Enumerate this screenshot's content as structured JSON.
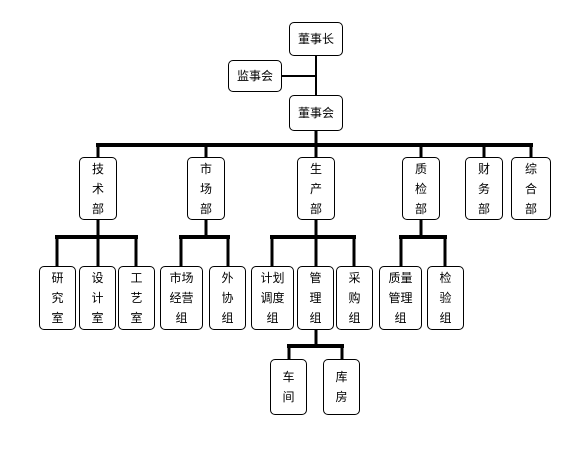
{
  "org_chart": {
    "line_color": "#000000",
    "nodes": {
      "chairman": "董事长",
      "supervisory_board": "监事会",
      "board": "董事会",
      "tech_dept": "技\n术\n部",
      "market_dept": "市\n场\n部",
      "production_dept": "生\n产\n部",
      "qc_dept": "质\n检\n部",
      "finance_dept": "财\n务\n部",
      "general_dept": "综\n合\n部",
      "research_office": "研\n究\n室",
      "design_office": "设\n计\n室",
      "process_office": "工\n艺\n室",
      "market_ops_group": "市场\n经营\n组",
      "outsourcing_group": "外\n协\n组",
      "planning_group": "计划\n调度\n组",
      "management_group": "管\n理\n组",
      "purchasing_group": "采\n购\n组",
      "quality_mgmt_group": "质量\n管理\n组",
      "inspection_group": "检\n验\n组",
      "workshop": "车\n间",
      "warehouse": "库\n房"
    }
  }
}
